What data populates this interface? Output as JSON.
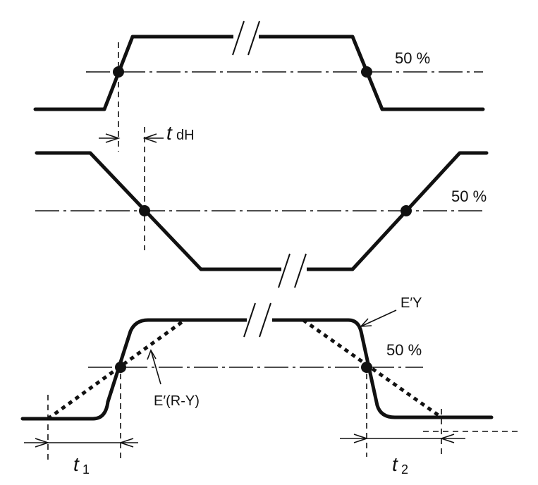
{
  "labels": {
    "pct_top": "50 %",
    "pct_mid": "50 %",
    "pct_bot": "50 %",
    "tdh_main": "t",
    "tdh_sub": "dH",
    "ey": "E′Y",
    "ery": "E′(R-Y)",
    "t1_main": "t",
    "t1_sub": "1",
    "t2_main": "t",
    "t2_sub": "2"
  }
}
